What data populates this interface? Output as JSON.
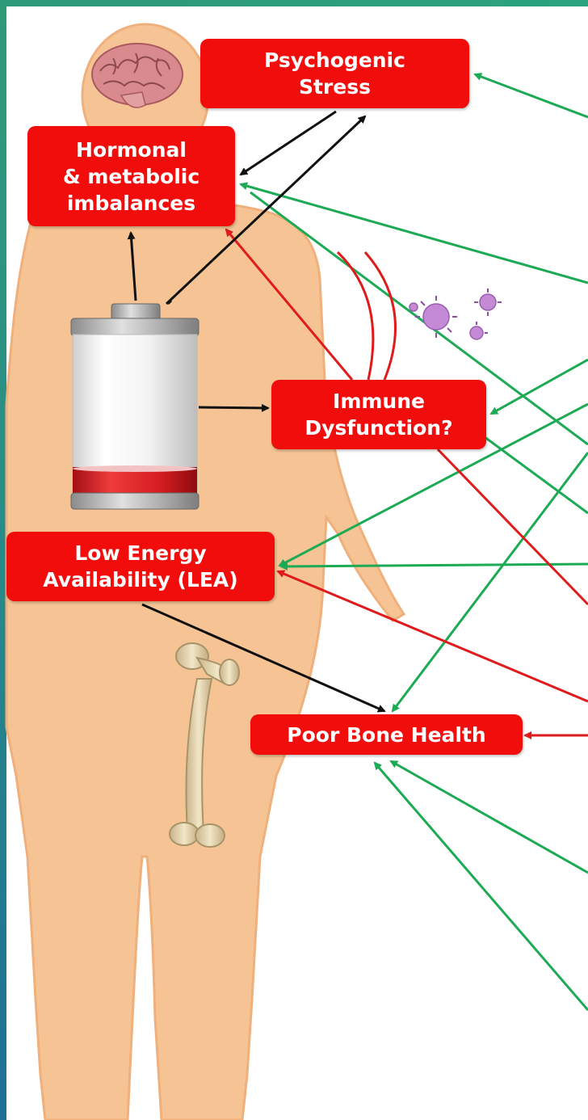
{
  "nodes": {
    "psychogenic_stress": "Psychogenic\nStress",
    "hormonal": "Hormonal\n& metabolic\nimbalances",
    "immune": "Immune\nDysfunction?",
    "lea": "Low Energy\nAvailability (LEA)",
    "bone": "Poor Bone Health"
  },
  "colors": {
    "node_fill": "#f20d0d",
    "body_fill": "#f6c494",
    "body_outline": "#efb07c",
    "arrow_black": "#111111",
    "arrow_green": "#1daa55",
    "arrow_red": "#e01b1b",
    "frame": "#2a8f86"
  },
  "icons": [
    "brain-icon",
    "battery-icon",
    "virus-icon",
    "femur-bone-icon",
    "human-body-silhouette"
  ]
}
